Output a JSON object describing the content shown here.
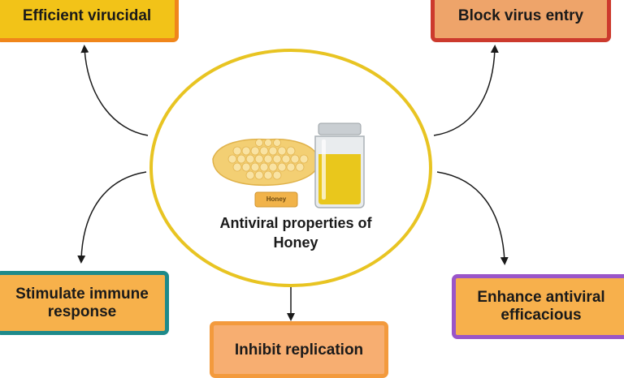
{
  "center": {
    "title_line1": "Antiviral properties of",
    "title_line2": "Honey",
    "tag_label": "Honey"
  },
  "nodes": {
    "virucidal": {
      "line1": "Efficient virucidal"
    },
    "entry": {
      "line1": "Block virus entry"
    },
    "immune": {
      "line1": "Stimulate immune",
      "line2": "response"
    },
    "replication": {
      "line1": "Inhibit replication"
    },
    "efficacious": {
      "line1": "Enhance antiviral",
      "line2": "efficacious"
    }
  },
  "colors": {
    "circle_outline": "#e8c422",
    "honey_fill": "#f5d15a",
    "comb_fill": "#f3cf73",
    "jar_glass": "#dfe3e6",
    "arrow": "#1a1a1a"
  },
  "icons": [
    "honeycomb-icon",
    "honey-jar-icon",
    "honey-tag-icon"
  ]
}
